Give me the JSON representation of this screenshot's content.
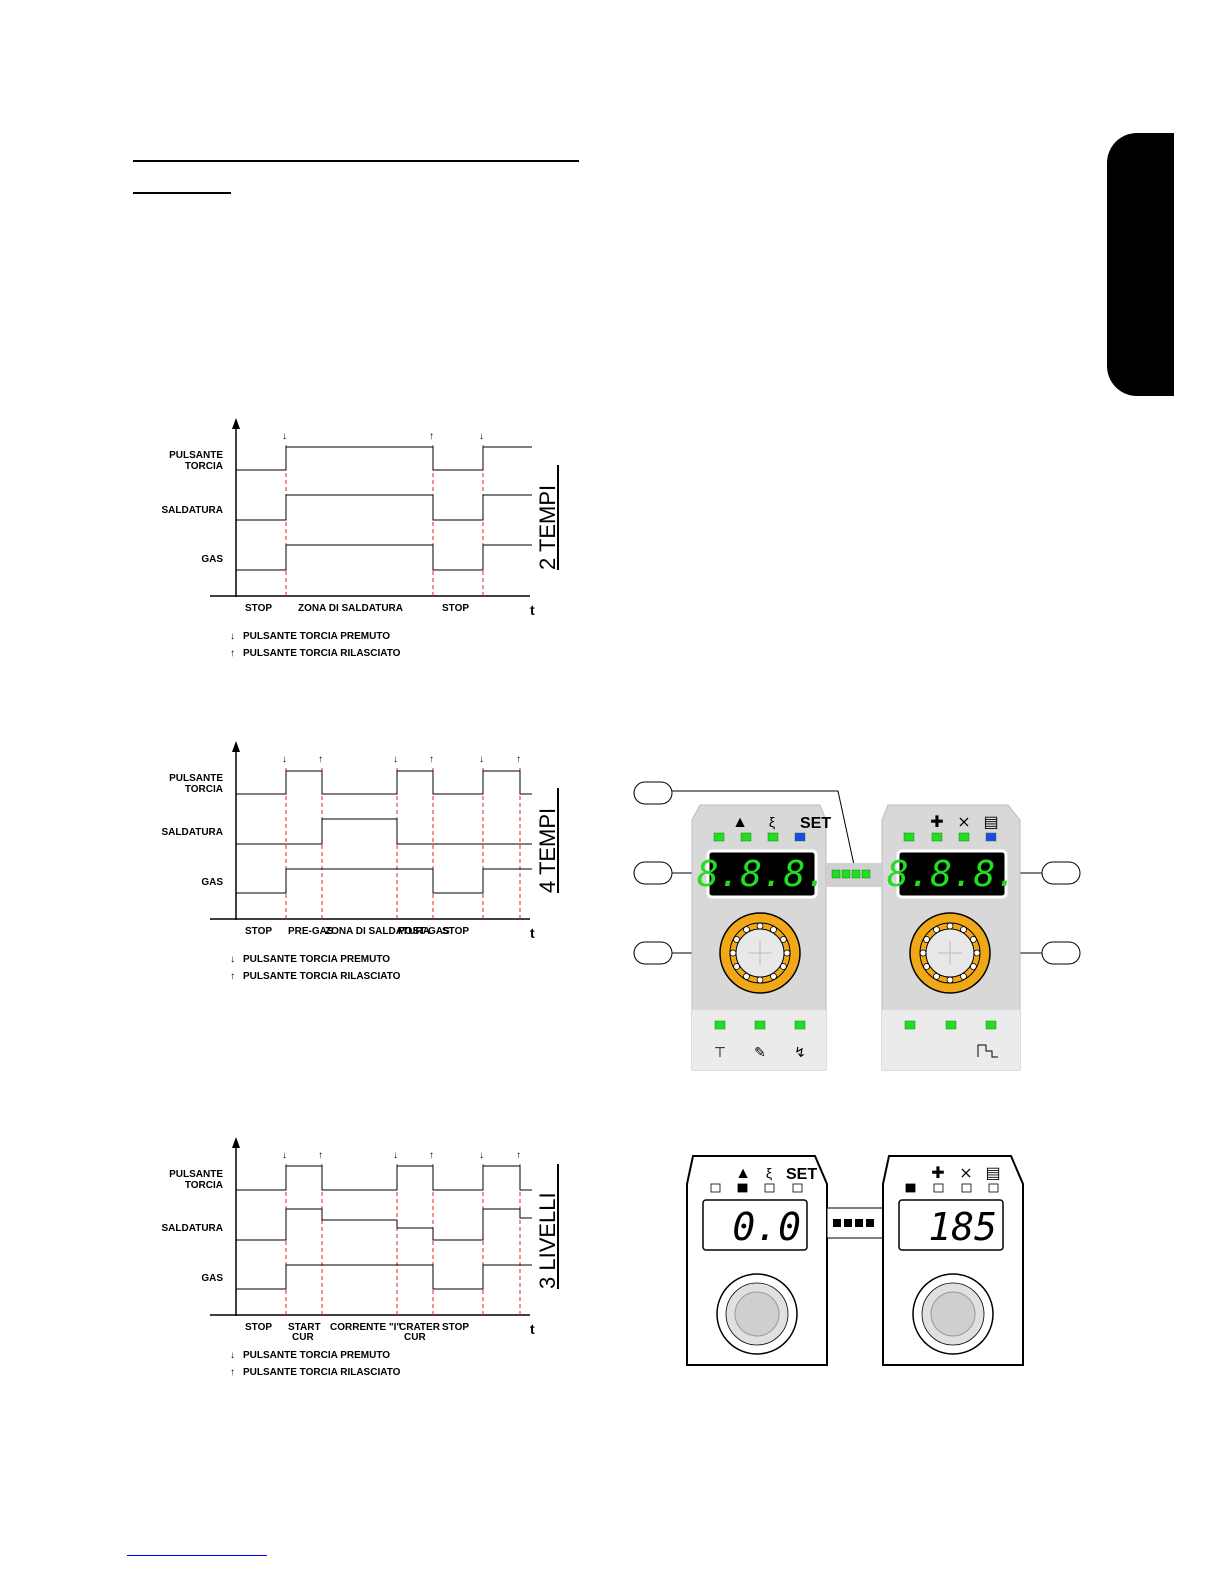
{
  "language_tab": {
    "color": "#000000"
  },
  "diagrams": [
    {
      "id": "2t",
      "signals": {
        "torch": "PULSANTE",
        "torch2": "TORCIA",
        "weld": "SALDATURA",
        "gas": "GAS"
      },
      "mode_title": "2 TEMPI",
      "axis_label": "t",
      "phases": [
        "STOP",
        "ZONA DI SALDATURA",
        "STOP"
      ],
      "legend": {
        "pressed": "PULSANTE TORCIA PREMUTO",
        "released": "PULSANTE TORCIA RILASCIATO"
      }
    },
    {
      "id": "4t",
      "signals": {
        "torch": "PULSANTE",
        "torch2": "TORCIA",
        "weld": "SALDATURA",
        "gas": "GAS"
      },
      "mode_title": "4 TEMPI",
      "axis_label": "t",
      "phases": [
        "STOP",
        "PRE-GAS",
        "ZONA DI SALDATURA",
        "POST-GAS",
        "STOP"
      ],
      "legend": {
        "pressed": "PULSANTE TORCIA PREMUTO",
        "released": "PULSANTE TORCIA RILASCIATO"
      }
    },
    {
      "id": "3l",
      "signals": {
        "torch": "PULSANTE",
        "torch2": "TORCIA",
        "weld": "SALDATURA",
        "gas": "GAS"
      },
      "mode_title": "3 LIVELLI",
      "axis_label": "t",
      "phases": [
        "STOP",
        "START",
        "CUR",
        "CORRENTE \"I\"",
        "CRATER",
        "CUR",
        "STOP"
      ],
      "legend": {
        "pressed": "PULSANTE TORCIA PREMUTO",
        "released": "PULSANTE TORCIA RILASCIATO"
      }
    }
  ],
  "panel_color": {
    "left_header": {
      "set": "SET"
    },
    "left_display": "8.8.8.",
    "right_display": "8.8.8.",
    "led_green": "#22dd22",
    "led_blue": "#2244ee",
    "knob": "#f0a818",
    "icons": [
      "torch-up-icon",
      "wave-icon",
      "set-label",
      "wire-speed-icon",
      "inductance-icon",
      "program-icon",
      "tig-icon",
      "mig-icon",
      "mma-icon",
      "step-icon"
    ]
  },
  "panel_bw": {
    "set": "SET",
    "left_display": "0.0",
    "right_display": "185"
  }
}
